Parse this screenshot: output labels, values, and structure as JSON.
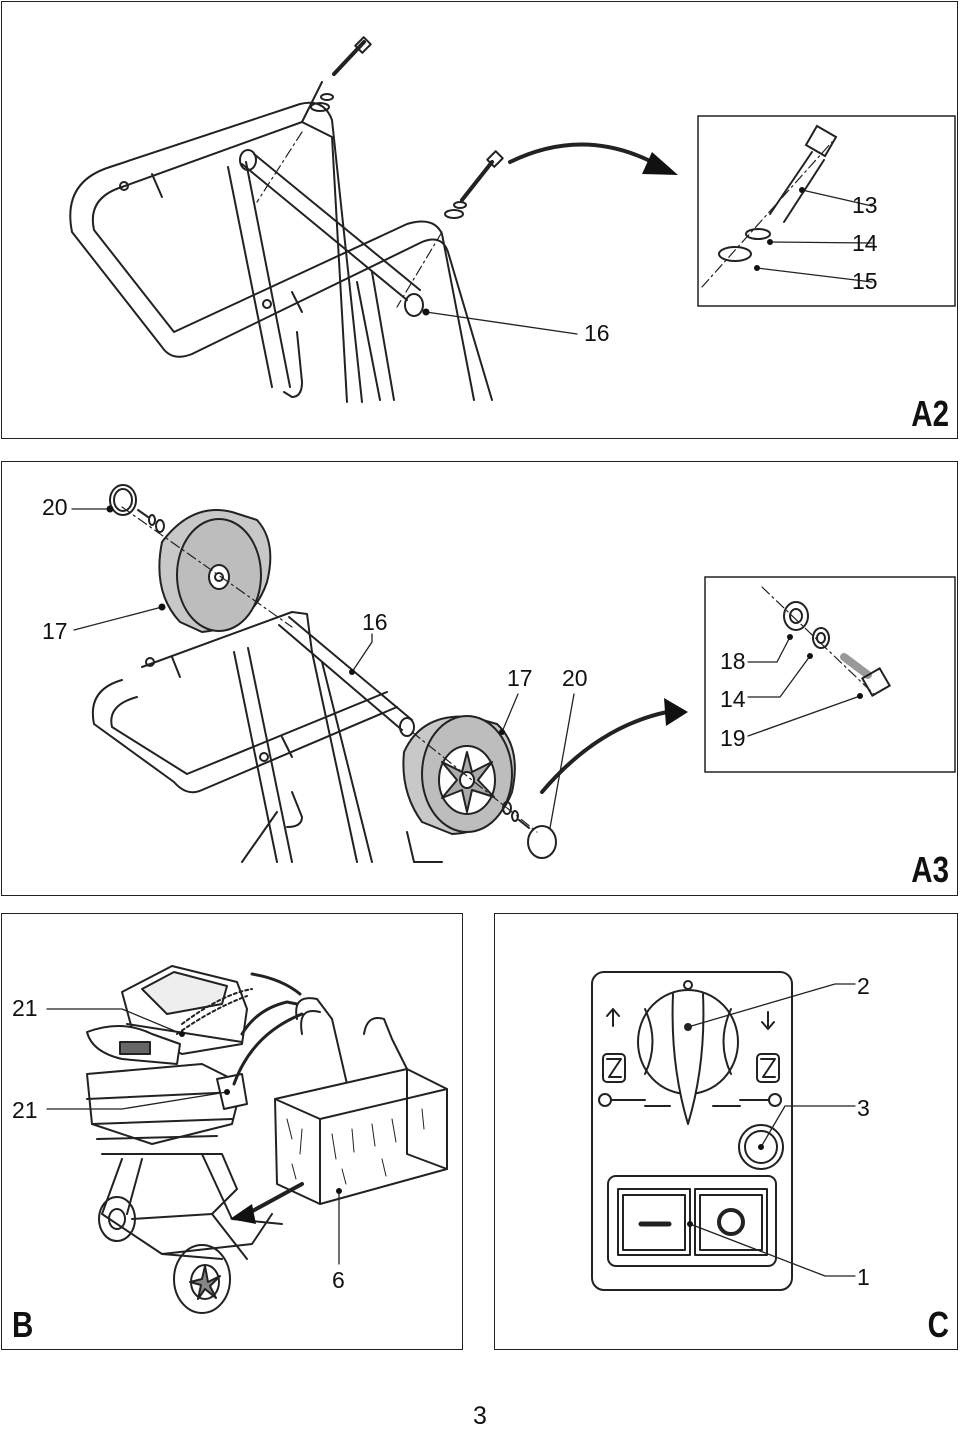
{
  "panels": {
    "a2": {
      "label": "A2",
      "callouts": {
        "c13": "13",
        "c14": "14",
        "c15": "15",
        "c16": "16"
      }
    },
    "a3": {
      "label": "A3",
      "callouts": {
        "c20a": "20",
        "c17a": "17",
        "c16": "16",
        "c17b": "17",
        "c20b": "20",
        "c18": "18",
        "c14": "14",
        "c19": "19"
      }
    },
    "b": {
      "label": "B",
      "callouts": {
        "c21a": "21",
        "c21b": "21",
        "c6": "6"
      }
    },
    "c": {
      "label": "C",
      "callouts": {
        "c2": "2",
        "c3": "3",
        "c1": "1"
      }
    }
  },
  "page_number": "3"
}
